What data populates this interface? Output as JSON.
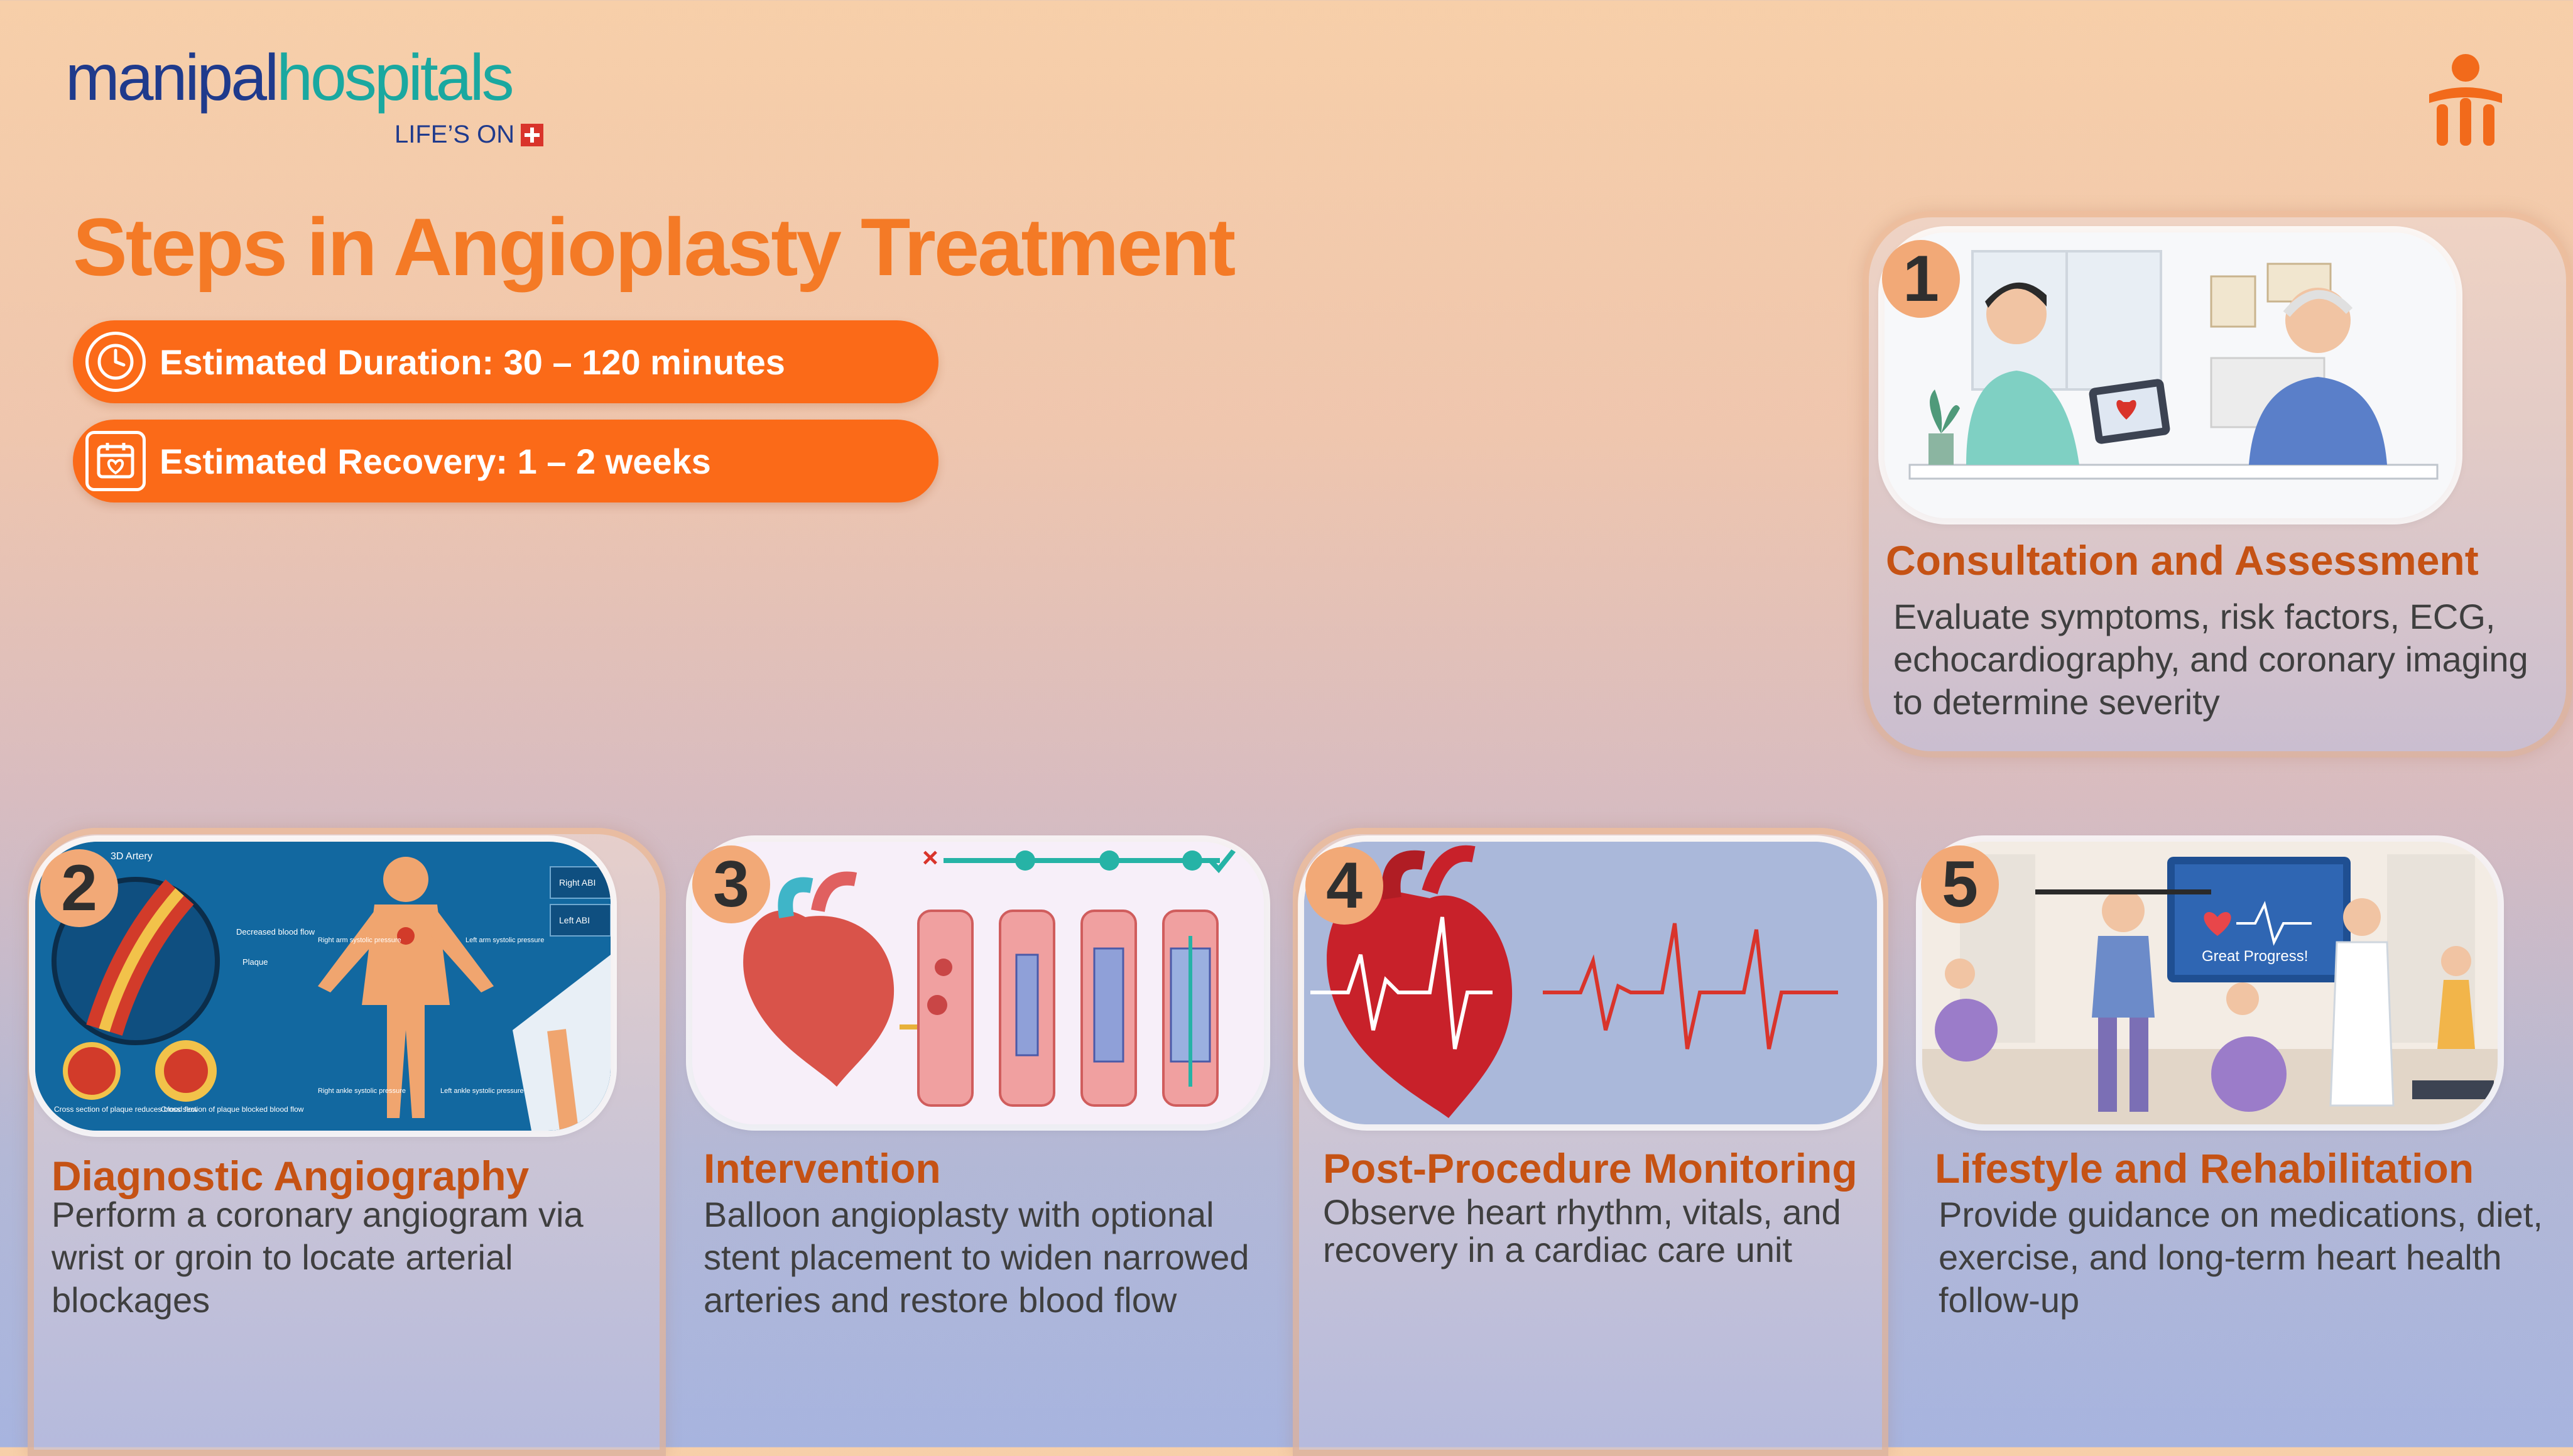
{
  "brand": {
    "logo_part1": "manipal",
    "logo_part2": "hospitals",
    "tagline": "LIFE’S ON"
  },
  "colors": {
    "accent_orange": "#fb6a18",
    "heading_orange": "#f47a26",
    "step_heading": "#c55214",
    "brand_blue": "#1f3a8c",
    "brand_teal": "#1aa8a0"
  },
  "title": "Steps in Angioplasty Treatment",
  "duration": {
    "icon": "clock-icon",
    "label": "Estimated Duration: 30 – 120 minutes"
  },
  "recovery": {
    "icon": "calendar-heart-icon",
    "label": "Estimated Recovery: 1 – 2 weeks"
  },
  "steps": [
    {
      "number": "1",
      "title": "Consultation and Assessment",
      "description": "Evaluate symptoms, risk factors, ECG, echocardiography, and coronary imaging to determine severity"
    },
    {
      "number": "2",
      "title": "Diagnostic Angiography",
      "description": "Perform a coronary angiogram via wrist or groin to locate arterial blockages"
    },
    {
      "number": "3",
      "title": "Intervention",
      "description": "Balloon angioplasty with optional stent placement to widen narrowed arteries and restore blood flow"
    },
    {
      "number": "4",
      "title": "Post-Procedure Monitoring",
      "description": "Observe heart rhythm, vitals, and recovery in a cardiac care unit"
    },
    {
      "number": "5",
      "title": "Lifestyle and Rehabilitation",
      "description": "Provide guidance on medications, diet, exercise, and long-term heart health follow-up"
    }
  ],
  "illustration_text": {
    "artery_label": "3D Artery",
    "decreased_flow": "Decreased blood flow",
    "plaque": "Plaque",
    "right_arm": "Right arm systolic pressure",
    "left_arm": "Left arm systolic pressure",
    "right_abi": "Right ABI",
    "left_abi": "Left ABI",
    "cross_reduces": "Cross section of plaque reduces blood flow",
    "cross_blocked": "Cross section of plaque blocked blood flow",
    "right_ankle": "Right ankle systolic pressure",
    "left_ankle": "Left ankle systolic pressure",
    "great_progress": "Great Progress!"
  }
}
